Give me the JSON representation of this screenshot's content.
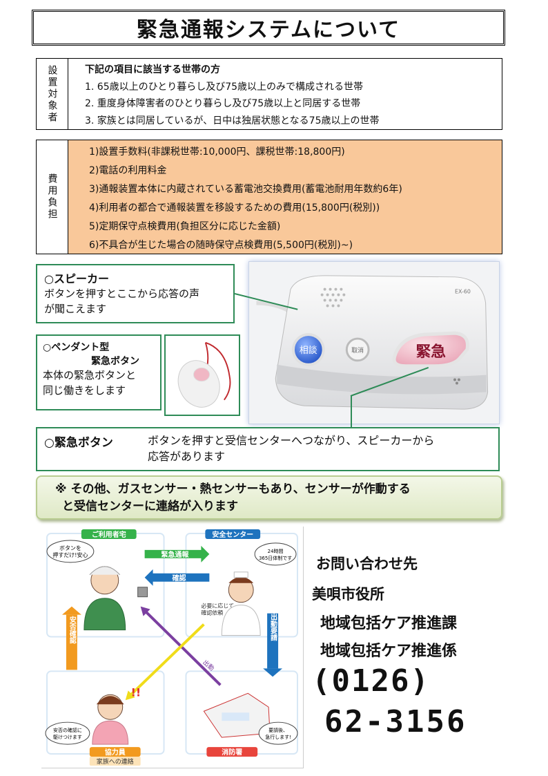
{
  "title": "緊急通報システムについて",
  "eligibility": {
    "header": "設置対象者",
    "heading": "下記の項目に該当する世帯の方",
    "items": [
      "1. 65歳以上のひとり暮らし及び75歳以上のみで構成される世帯",
      "2. 重度身体障害者のひとり暮らし及び75歳以上と同居する世帯",
      "3. 家族とは同居しているが、日中は独居状態となる75歳以上の世帯"
    ]
  },
  "costs": {
    "header": "費用負担",
    "items": [
      "1)設置手数料(非課税世帯:10,000円、課税世帯:18,800円)",
      "2)電話の利用料金",
      "3)通報装置本体に内蔵されている蓄電池交換費用(蓄電池耐用年数約6年)",
      "4)利用者の都合で通報装置を移設するための費用(15,800円(税別))",
      "5)定期保守点検費用(負担区分に応じた金額)",
      "6)不具合が生じた場合の随時保守点検費用(5,500円(税別)~)"
    ]
  },
  "device": {
    "btn_soudan": "相談",
    "btn_torikeshi": "取消",
    "btn_kinkyu": "緊急",
    "model": "EX-60"
  },
  "speaker": {
    "label": "○スピーカー",
    "desc_1": "ボタンを押すとここから応答の声",
    "desc_2": "が聞こえます"
  },
  "pendant": {
    "label_1": "○ペンダント型",
    "label_2": "緊急ボタン",
    "desc_1": "本体の緊急ボタンと",
    "desc_2": "同じ働きをします"
  },
  "emergency": {
    "label": "○緊急ボタン",
    "desc_1": "ボタンを押すと受信センターへつながり、スピーカーから",
    "desc_2": "応答があります"
  },
  "note": {
    "line_1": "※ その他、ガスセンサー・熱センサーもあり、センサーが作動する",
    "line_2": "と受信センターに連絡が入ります"
  },
  "diagram": {
    "user_home": "ご利用者宅",
    "safety_center": "安全センター",
    "emergency_call": "緊急通報",
    "confirm": "確認",
    "safety_check": "安否確認",
    "dispatch_request": "出動要請",
    "dispatch": "出動",
    "bubble_user_1": "ボタンを",
    "bubble_user_2": "押すだけ!安心",
    "bubble_center_1": "24時間",
    "bubble_center_2": "365日体制です",
    "contact_note_1": "必要に応じて",
    "contact_note_2": "確認依頼",
    "bubble_coop_1": "安否の確認に",
    "bubble_coop_2": "駆けつけます",
    "bubble_fire_1": "要請後、",
    "bubble_fire_2": "急行します!",
    "cooperator": "協力員",
    "family_contact": "家族への連絡",
    "fire_station": "消防署"
  },
  "contact": {
    "heading": "お問い合わせ先",
    "office": "美唄市役所",
    "division": "地域包括ケア推進課",
    "section": "地域包括ケア推進係",
    "area_code": "(0126)",
    "number": "62-3156"
  }
}
